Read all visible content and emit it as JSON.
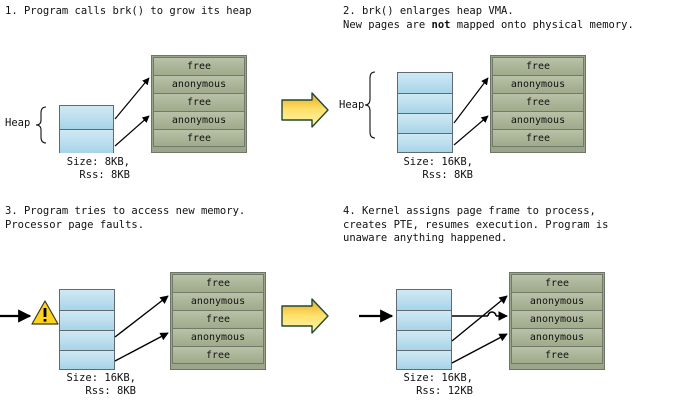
{
  "diagram": {
    "title": "brk() heap growth and demand paging",
    "colors": {
      "mem_block_fill": "#aab497",
      "mem_block_border": "#717a68",
      "heap_fill": "#bfe0ef",
      "heap_border": "#5f6a73",
      "arrow_yellow_light": "#ffe97a",
      "arrow_yellow_dark": "#e8a81c",
      "arrow_border": "#1f4a33",
      "warning_fill": "#ffd21e",
      "line": "#000000"
    }
  },
  "panels": [
    {
      "id": "panel-1",
      "title": "1. Program calls brk() to grow its heap",
      "title_parts": [
        {
          "text": "1. Program calls brk() to grow its heap",
          "bold": false
        }
      ],
      "heap_label": "Heap",
      "heap_cells": 2,
      "size_line": "Size: 8KB,",
      "rss_line": "Rss: 8KB",
      "memory_rows": [
        "free",
        "anonymous",
        "free",
        "anonymous",
        "free"
      ],
      "mapped_rows": [
        1,
        3
      ],
      "has_brace": true,
      "has_warning": false,
      "has_access_arrow": false,
      "has_step_arrow": true
    },
    {
      "id": "panel-2",
      "title": "2. brk() enlarges heap VMA.\nNew pages are not mapped onto physical memory.",
      "title_parts": [
        {
          "text": "2. brk() enlarges heap VMA.\nNew pages are ",
          "bold": false
        },
        {
          "text": "not",
          "bold": true
        },
        {
          "text": " mapped onto physical memory.",
          "bold": false
        }
      ],
      "heap_label": "Heap",
      "heap_cells": 4,
      "size_line": "Size: 16KB,",
      "rss_line": "Rss: 8KB",
      "memory_rows": [
        "free",
        "anonymous",
        "free",
        "anonymous",
        "free"
      ],
      "mapped_rows": [
        1,
        3
      ],
      "has_brace": true,
      "has_warning": false,
      "has_access_arrow": false,
      "has_step_arrow": false
    },
    {
      "id": "panel-3",
      "title": "3. Program tries to access new memory.\nProcessor page faults.",
      "title_parts": [
        {
          "text": "3. Program tries to access new memory.\nProcessor page faults.",
          "bold": false
        }
      ],
      "heap_label": "",
      "heap_cells": 4,
      "size_line": "Size: 16KB,",
      "rss_line": "Rss: 8KB",
      "memory_rows": [
        "free",
        "anonymous",
        "free",
        "anonymous",
        "free"
      ],
      "mapped_rows": [
        1,
        3
      ],
      "has_brace": false,
      "has_warning": true,
      "has_access_arrow": true,
      "has_step_arrow": true
    },
    {
      "id": "panel-4",
      "title": "4. Kernel assigns page frame to process,\ncreates PTE, resumes execution. Program is\nunaware anything happened.",
      "title_parts": [
        {
          "text": "4. Kernel assigns page frame to process,\ncreates PTE, resumes execution. Program is\nunaware anything happened.",
          "bold": false
        }
      ],
      "heap_label": "",
      "heap_cells": 4,
      "size_line": "Size: 16KB,",
      "rss_line": "Rss: 12KB",
      "memory_rows": [
        "free",
        "anonymous",
        "anonymous",
        "anonymous",
        "free"
      ],
      "mapped_rows": [
        1,
        2,
        3
      ],
      "has_brace": false,
      "has_warning": false,
      "has_access_arrow": true,
      "has_step_arrow": false
    }
  ]
}
